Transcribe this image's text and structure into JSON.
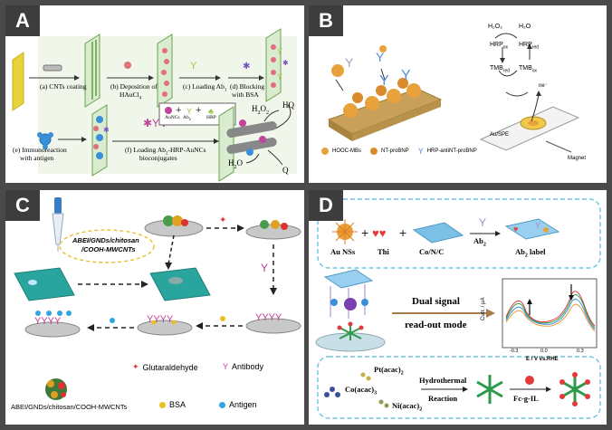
{
  "panels": {
    "a": {
      "tag": "A",
      "steps": {
        "a": "(a) CNTs coating",
        "b1": "(b) Deposition of",
        "b2": "HAuCl",
        "b2sub": "4",
        "c1": "(c) Loading Ab",
        "c1sub": "1",
        "d1": "(d) Blocking",
        "d2": "with BSA",
        "e1": "(e) Immunoreaction",
        "e2": "with antigen",
        "f1": "(f) Loading Ab",
        "f1sub": "2",
        "f1b": "-HRP-AuNCs",
        "f2": "bioconjugates"
      },
      "legend": {
        "auncs": "AuNCs",
        "ab2": "Ab",
        "ab2sub": "2",
        "hrp": "HRP"
      },
      "reaction": {
        "h2o2": "H",
        "hq": "HQ",
        "h2o": "H",
        "q": "Q"
      }
    },
    "b": {
      "tag": "B",
      "legend": [
        "HOOC-MBs",
        "NT-proBNP",
        "HRP-antiNT-proBNP"
      ],
      "cycle": {
        "h2o2": "H₂O₂",
        "h2o": "H₂O",
        "hrpox": "HRP",
        "hrpox_sub": "ox",
        "hrpred": "HRP",
        "hrpred_sub": "red",
        "tmbred": "TMB",
        "tmbred_sub": "red",
        "tmbox": "TMB",
        "tmbox_sub": "ox",
        "e": "ne⁻"
      },
      "electrode": "Au/SPE",
      "magnet": "Magnet"
    },
    "c": {
      "tag": "C",
      "bubble": [
        "ABEI/GNDs/chitosan",
        "/COOH-MWCNTs"
      ],
      "legend": {
        "glutaraldehyde": "Glutaraldehyde",
        "antibody": "Antibody",
        "composite": "ABEI/GNDs/chitosan/COOH-MWCNTs",
        "bsa": "BSA",
        "antigen": "Antigen"
      }
    },
    "d": {
      "tag": "D",
      "top": {
        "au": "Au NSs",
        "thi": "Thi",
        "co": "Co/N/C",
        "ab2": "Ab",
        "ab2sub": "2",
        "label": "Ab",
        "labelsub": "2",
        "labelrest": " label"
      },
      "middle": {
        "dual1": "Dual signal",
        "dual2": "read-out mode"
      },
      "plot": {
        "ylabel": "Curr. / μA",
        "xlabel": "E / V vs.RHE",
        "xticks": [
          "-0.3",
          "0.0",
          "0.3"
        ]
      },
      "bottom": {
        "pt": "Pt(acac)",
        "pt_sub": "2",
        "co": "Co(acac)",
        "co_sub": "3",
        "ni": "Ni(acac)",
        "ni_sub": "2",
        "hydro1": "Hydrothermal",
        "hydro2": "Reaction",
        "fc": "Fc-g-IL"
      }
    }
  },
  "colors": {
    "frame": "#4a4a4a",
    "tag_bg": "#3d3d3d",
    "panel_bg": "#ffffff",
    "d_dash": "#6fc4df",
    "gold": "#c8a05a",
    "orange": "#e9a23b"
  }
}
